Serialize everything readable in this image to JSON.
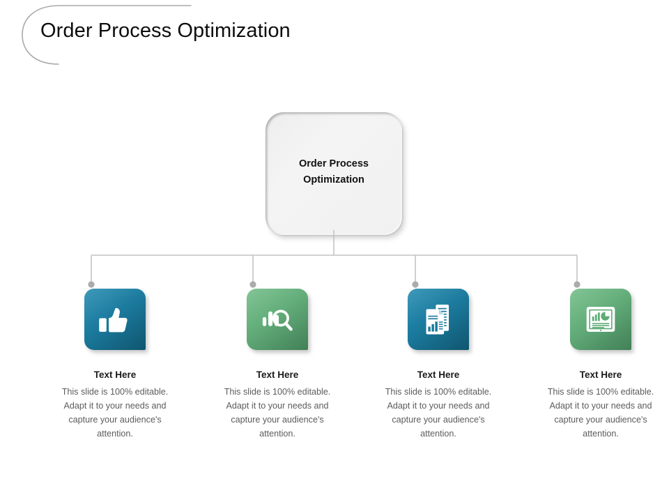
{
  "slide": {
    "title": "Order Process Optimization",
    "background_color": "#FFFFFF"
  },
  "center_node": {
    "label": "Order Process\nOptimization",
    "fill_color": "#F1F1F1",
    "text_color": "#111111"
  },
  "palette": {
    "teal": "#17789C",
    "green": "#5FAB77",
    "connector_gray": "#BFBFBF",
    "dot_gray": "#A8A8A8",
    "body_text": "#5C5C5C",
    "heading_text": "#1A1A1A"
  },
  "columns": [
    {
      "icon": "thumbs-up-icon",
      "tile_color": "#17789C",
      "heading": "Text Here",
      "body": "This slide is 100% editable. Adapt it to your needs and capture your audience's attention."
    },
    {
      "icon": "bar-chart-magnifier-icon",
      "tile_color": "#5FAB77",
      "heading": "Text Here",
      "body": "This slide is 100% editable. Adapt it to your needs and capture your audience's attention."
    },
    {
      "icon": "documents-report-icon",
      "tile_color": "#17789C",
      "heading": "Text Here",
      "body": "This slide is 100% editable. Adapt it to your needs and capture your audience's attention."
    },
    {
      "icon": "presentation-chart-icon",
      "tile_color": "#5FAB77",
      "heading": "Text Here",
      "body": "This slide is 100% editable. Adapt it to your needs and capture your audience's attention."
    }
  ],
  "connector": {
    "type": "org-chart-bracket",
    "branch_count": 4,
    "dot_shape": "circle"
  }
}
